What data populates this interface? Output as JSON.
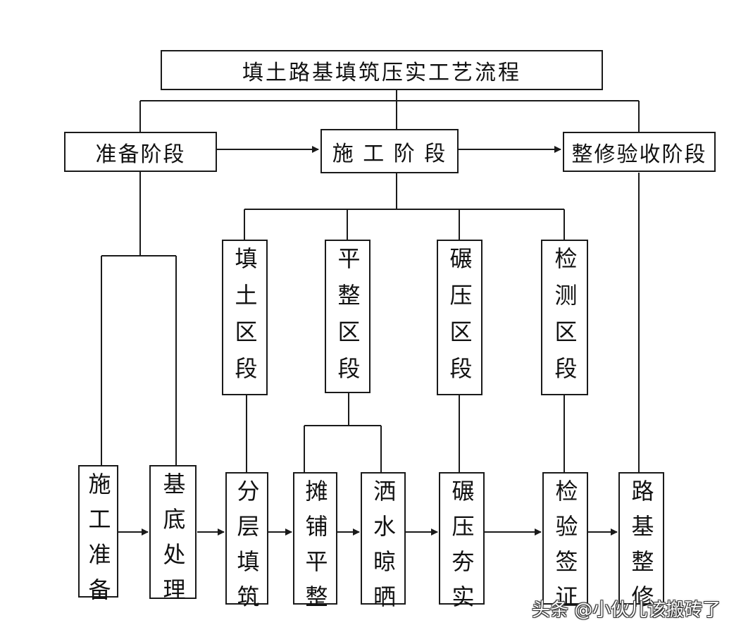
{
  "title": "填土路基填筑压实工艺流程",
  "stages": {
    "prep": "准备阶段",
    "construction": "施 工 阶 段",
    "acceptance": "整修验收阶段"
  },
  "sections": {
    "fill": "填土区段",
    "level": "平整区段",
    "compact": "碾压区段",
    "inspect": "检测区段"
  },
  "steps": {
    "construction_prep": "施工准备",
    "base_treatment": "基底处理",
    "layered_fill": "分层填筑",
    "spread_level": "摊铺平整",
    "water_dry": "洒水晾晒",
    "roll_compact": "碾压夯实",
    "inspect_verify": "检验签证",
    "subgrade_finish": "路基整修"
  },
  "watermark": "头条 @小伙儿该搬砖了",
  "colors": {
    "line": "#1a1a1a",
    "background": "#ffffff"
  }
}
